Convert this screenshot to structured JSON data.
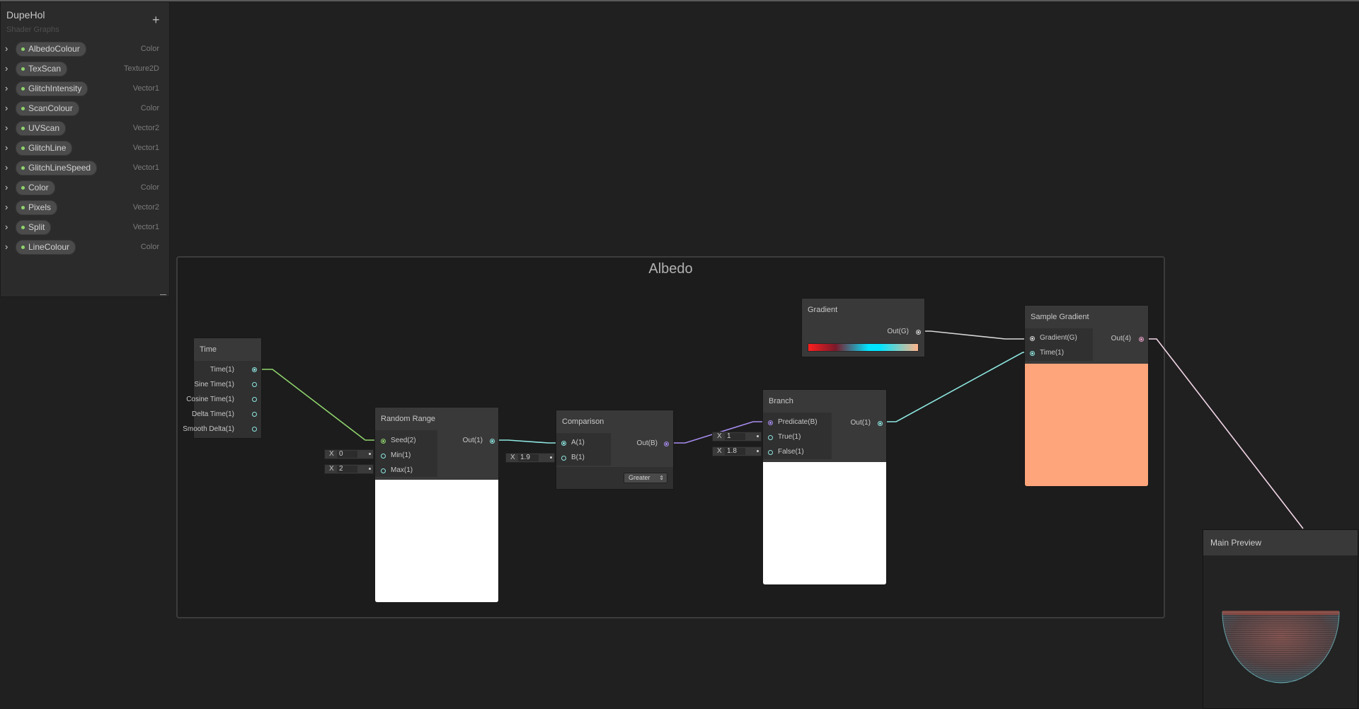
{
  "blackboard": {
    "title": "DupeHol",
    "subtitle": "Shader Graphs",
    "add_label": "+",
    "properties": [
      {
        "name": "AlbedoColour",
        "type": "Color"
      },
      {
        "name": "TexScan",
        "type": "Texture2D"
      },
      {
        "name": "GlitchIntensity",
        "type": "Vector1"
      },
      {
        "name": "ScanColour",
        "type": "Color"
      },
      {
        "name": "UVScan",
        "type": "Vector2"
      },
      {
        "name": "GlitchLine",
        "type": "Vector1"
      },
      {
        "name": "GlitchLineSpeed",
        "type": "Vector1"
      },
      {
        "name": "Color",
        "type": "Color"
      },
      {
        "name": "Pixels",
        "type": "Vector2"
      },
      {
        "name": "Split",
        "type": "Vector1"
      },
      {
        "name": "LineColour",
        "type": "Color"
      }
    ]
  },
  "group": {
    "title": "Albedo"
  },
  "nodes": {
    "time": {
      "title": "Time",
      "outputs": [
        "Time(1)",
        "Sine Time(1)",
        "Cosine Time(1)",
        "Delta Time(1)",
        "Smooth Delta(1)"
      ]
    },
    "random_range": {
      "title": "Random Range",
      "inputs": [
        "Seed(2)",
        "Min(1)",
        "Max(1)"
      ],
      "output": "Out(1)",
      "min_value": "0",
      "max_value": "2"
    },
    "comparison": {
      "title": "Comparison",
      "inputs": [
        "A(1)",
        "B(1)"
      ],
      "output": "Out(B)",
      "b_value": "1.9",
      "mode": "Greater"
    },
    "gradient": {
      "title": "Gradient",
      "output": "Out(G)",
      "colors": [
        "#ff1e1e",
        "#00e5ff",
        "#ffb48a"
      ]
    },
    "branch": {
      "title": "Branch",
      "inputs": [
        "Predicate(B)",
        "True(1)",
        "False(1)"
      ],
      "output": "Out(1)",
      "true_value": "1",
      "false_value": "1.8"
    },
    "sample_gradient": {
      "title": "Sample Gradient",
      "inputs": [
        "Gradient(G)",
        "Time(1)"
      ],
      "output": "Out(4)",
      "preview_color": "#ffa57b"
    }
  },
  "input_axis_label": "X",
  "main_preview": {
    "title": "Main Preview"
  }
}
